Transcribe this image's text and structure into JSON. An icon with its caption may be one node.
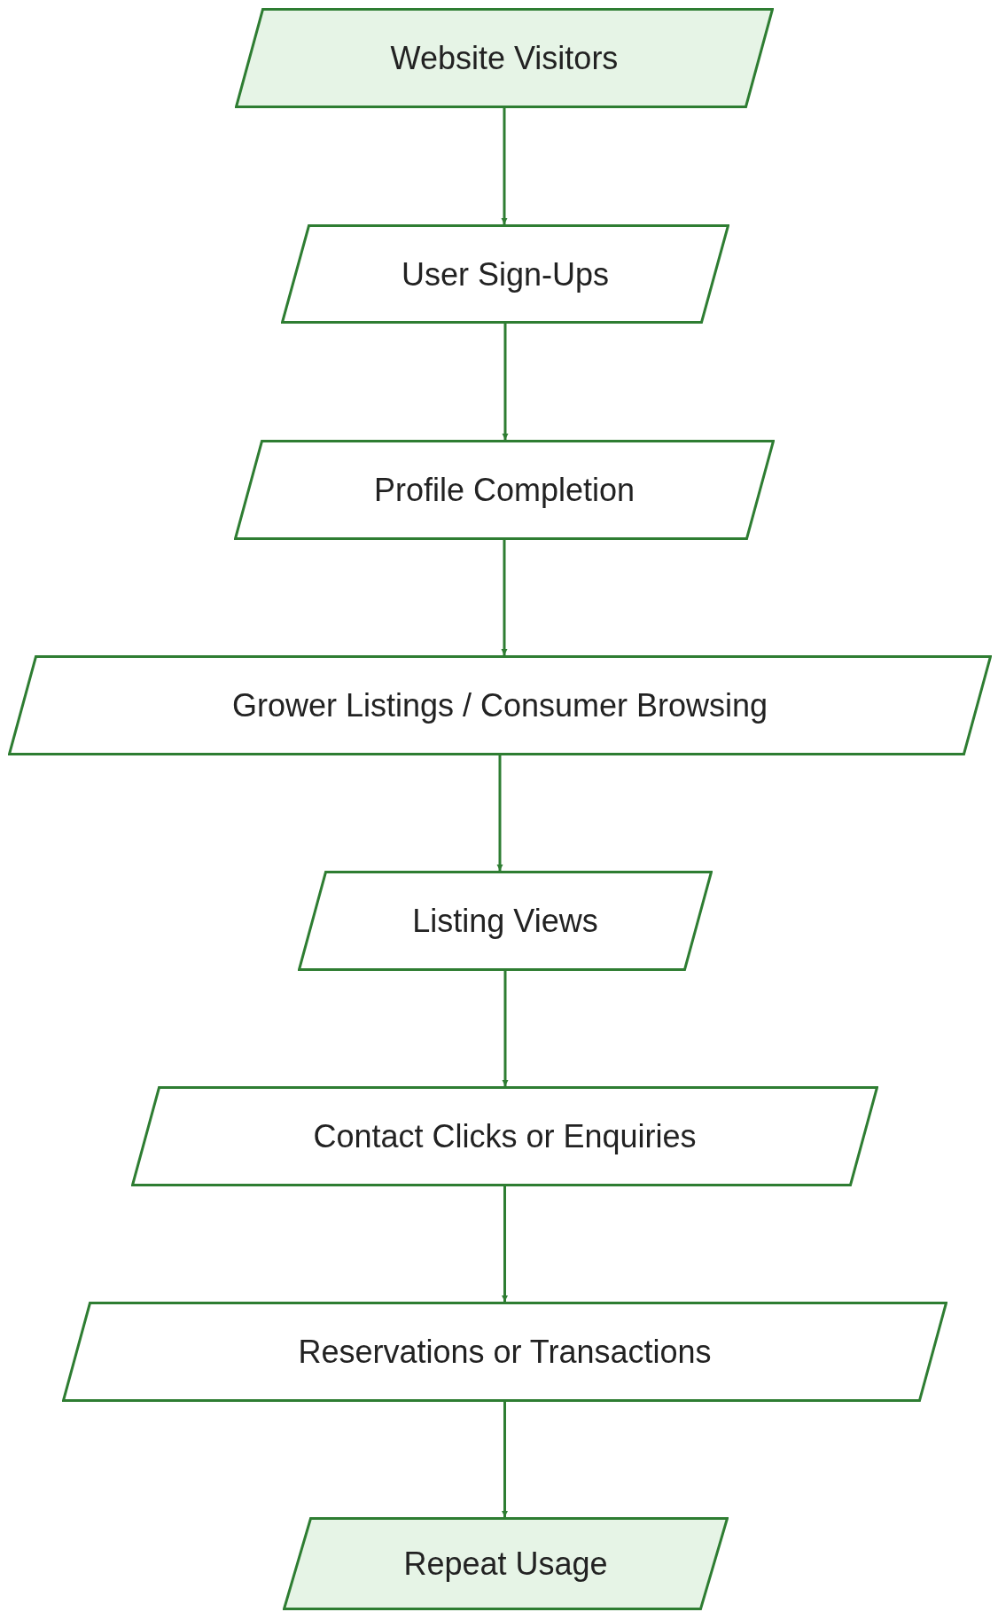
{
  "diagram": {
    "nodes": [
      {
        "text": [
          "Website Visitors"
        ]
      },
      {
        "text": [
          "User Sign-Ups"
        ]
      },
      {
        "text": [
          "Profile Completion"
        ]
      },
      {
        "text": [
          "Grower Listings / Consumer Browsing"
        ]
      },
      {
        "text": [
          "Listing Views"
        ]
      },
      {
        "text": [
          "Contact Clicks or Enquiries"
        ]
      },
      {
        "text": [
          "Reservations or Transactions"
        ]
      },
      {
        "text": [
          "Repeat Usage"
        ]
      }
    ],
    "edges": [
      {
        "from": 0,
        "to": 1,
        "arrow": "to"
      },
      {
        "from": 1,
        "to": 2,
        "arrow": "to"
      },
      {
        "from": 2,
        "to": 3,
        "arrow": "to"
      },
      {
        "from": 3,
        "to": 4,
        "arrow": "to"
      },
      {
        "from": 4,
        "to": 5,
        "arrow": "to"
      },
      {
        "from": 5,
        "to": 6,
        "arrow": "to"
      },
      {
        "from": 6,
        "to": 7,
        "arrow": "to"
      }
    ]
  }
}
